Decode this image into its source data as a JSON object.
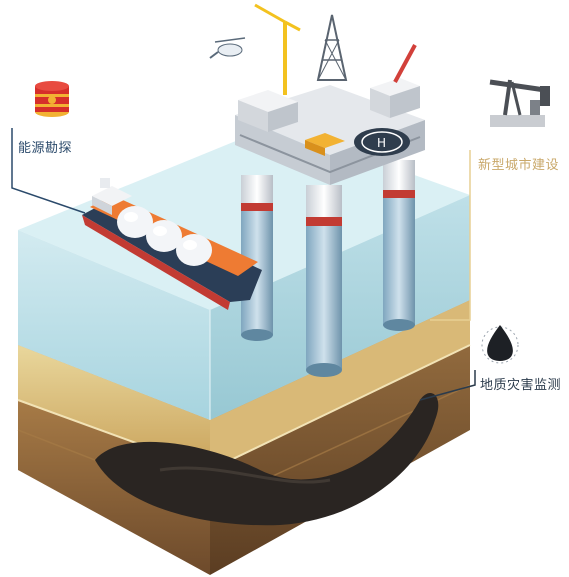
{
  "labels": {
    "energy_exploration": "能源勘探",
    "new_city_construction": "新型城市建设",
    "geological_disaster_monitoring": "地质灾害监测"
  },
  "icons": [
    "oil-barrel-icon",
    "oil-pumpjack-icon",
    "oil-drop-icon"
  ],
  "colors": {
    "water": "#bfe1ea",
    "sand": "#d8c48a",
    "oil": "#2a2522",
    "leader_energy": "#2b4a6b",
    "leader_city": "#e7cf94",
    "leader_geo": "#2b3b4c"
  }
}
